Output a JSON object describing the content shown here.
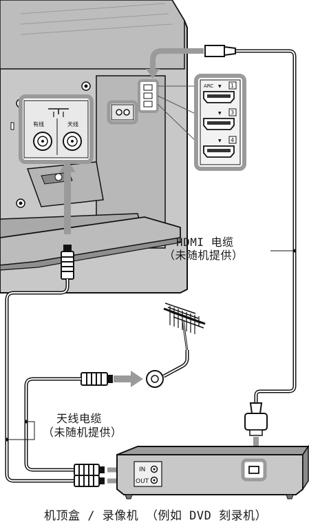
{
  "connector_labels": {
    "cable_in": "有线",
    "antenna_in": "天线",
    "hdmi_port_1": "1",
    "hdmi_port_2": "3",
    "hdmi_port_3": "4",
    "arc": "ARC",
    "recorder_in": "IN",
    "recorder_out": "OUT"
  },
  "labels": {
    "hdmi_cable_line1": "HDMI 电缆",
    "hdmi_cable_line2": "（未随机提供）",
    "antenna_cable_line1": "天线电缆",
    "antenna_cable_line2": "（未随机提供）",
    "device_caption": "机顶盒 / 录像机 （例如 DVD 刻录机）"
  }
}
